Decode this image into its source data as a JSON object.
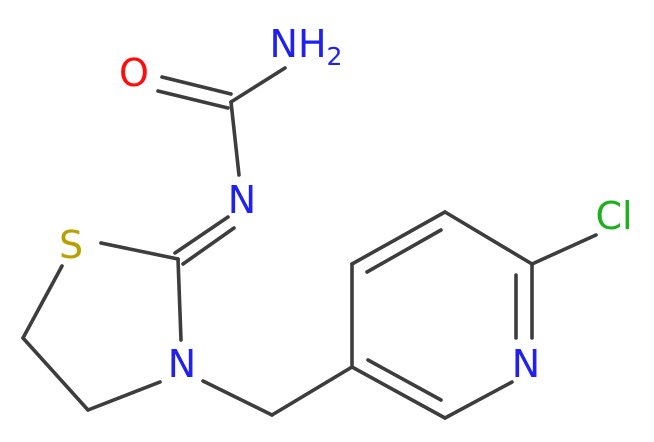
{
  "molecule": {
    "atoms": {
      "nh2": {
        "text": "NH",
        "subscript": "2",
        "color": "#2020f0"
      },
      "o": {
        "text": "O",
        "color": "#ff0d0d"
      },
      "n_imine": {
        "text": "N",
        "color": "#2020f0"
      },
      "s": {
        "text": "S",
        "color": "#b9a000"
      },
      "n_ring": {
        "text": "N",
        "color": "#2020f0"
      },
      "cl": {
        "text": "Cl",
        "color": "#1fb01f"
      },
      "n_pyridine": {
        "text": "N",
        "color": "#2020f0"
      }
    },
    "bond_color": "#3d3d3d"
  }
}
